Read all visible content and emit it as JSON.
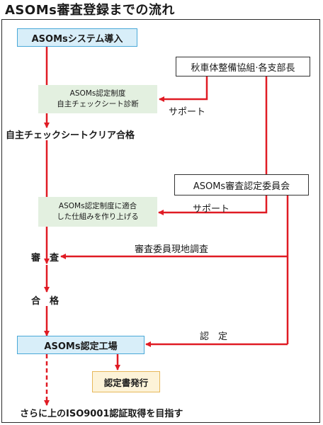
{
  "title": "ASOMs審査登録までの流れ",
  "colors": {
    "arrow": "#e01b24",
    "blue_box": "#d8eef9",
    "blue_border": "#4aa8d8",
    "green_box": "#e3f0e0",
    "yellow_box": "#fdf3d8"
  },
  "nodes": {
    "introduce": "ASOMsシステム導入",
    "association": "秋車体整備協組·各支部長",
    "self_check_line1": "ASOMs認定制度",
    "self_check_line2": "自主チェックシート診断",
    "self_check_pass": "自主チェックシートクリア合格",
    "committee": "ASOMs審査認定委員会",
    "build_line1": "ASOMs認定制度に適合",
    "build_line2": "した仕組みを作り上げる",
    "audit": "審　査",
    "pass": "合　格",
    "certified_factory": "ASOMs認定工場",
    "certificate_issue": "認定書発行",
    "goal": "さらに上のISO9001認証取得を目指す"
  },
  "edge_labels": {
    "support1": "サポート",
    "support2": "サポート",
    "onsite_audit": "審査委員現地調査",
    "certify": "認　定"
  }
}
